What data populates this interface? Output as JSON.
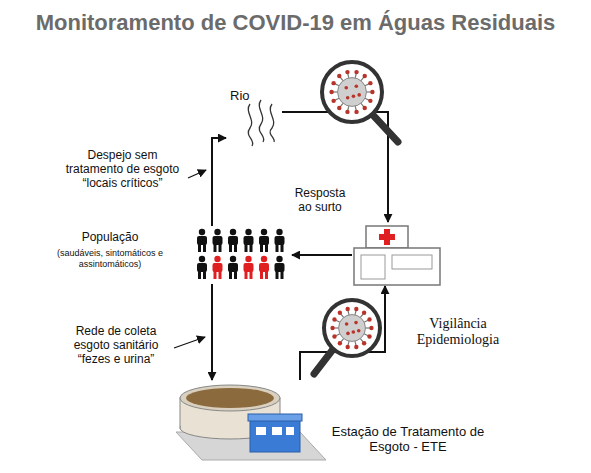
{
  "diagram": {
    "title": "Monitoramento de COVID-19 em Águas Residuais",
    "nodes": [
      {
        "text": [
          "Rio"
        ]
      },
      {
        "text": [
          "Resposta ao surto"
        ]
      },
      {
        "text": [
          "População",
          "(saudáveis, sintomáticos e assintomáticos)"
        ]
      },
      {
        "text": [
          "Estação de Tratamento de Esgoto - ETE"
        ]
      }
    ],
    "edges": [
      {
        "from": 2,
        "to": 0,
        "arrow": "to"
      },
      {
        "from": 0,
        "to": 1,
        "arrow": "to"
      },
      {
        "from": 1,
        "to": 2,
        "arrow": "to"
      },
      {
        "from": 2,
        "to": 3,
        "arrow": "to"
      },
      {
        "from": 3,
        "to": 1,
        "arrow": "to",
        "label": "Vigilância Epidemiologia"
      }
    ],
    "labels": [
      "Despejo sem tratamento de esgoto “locais críticos”",
      "Rede de coleta esgoto sanitário “fezes e urina”"
    ]
  }
}
